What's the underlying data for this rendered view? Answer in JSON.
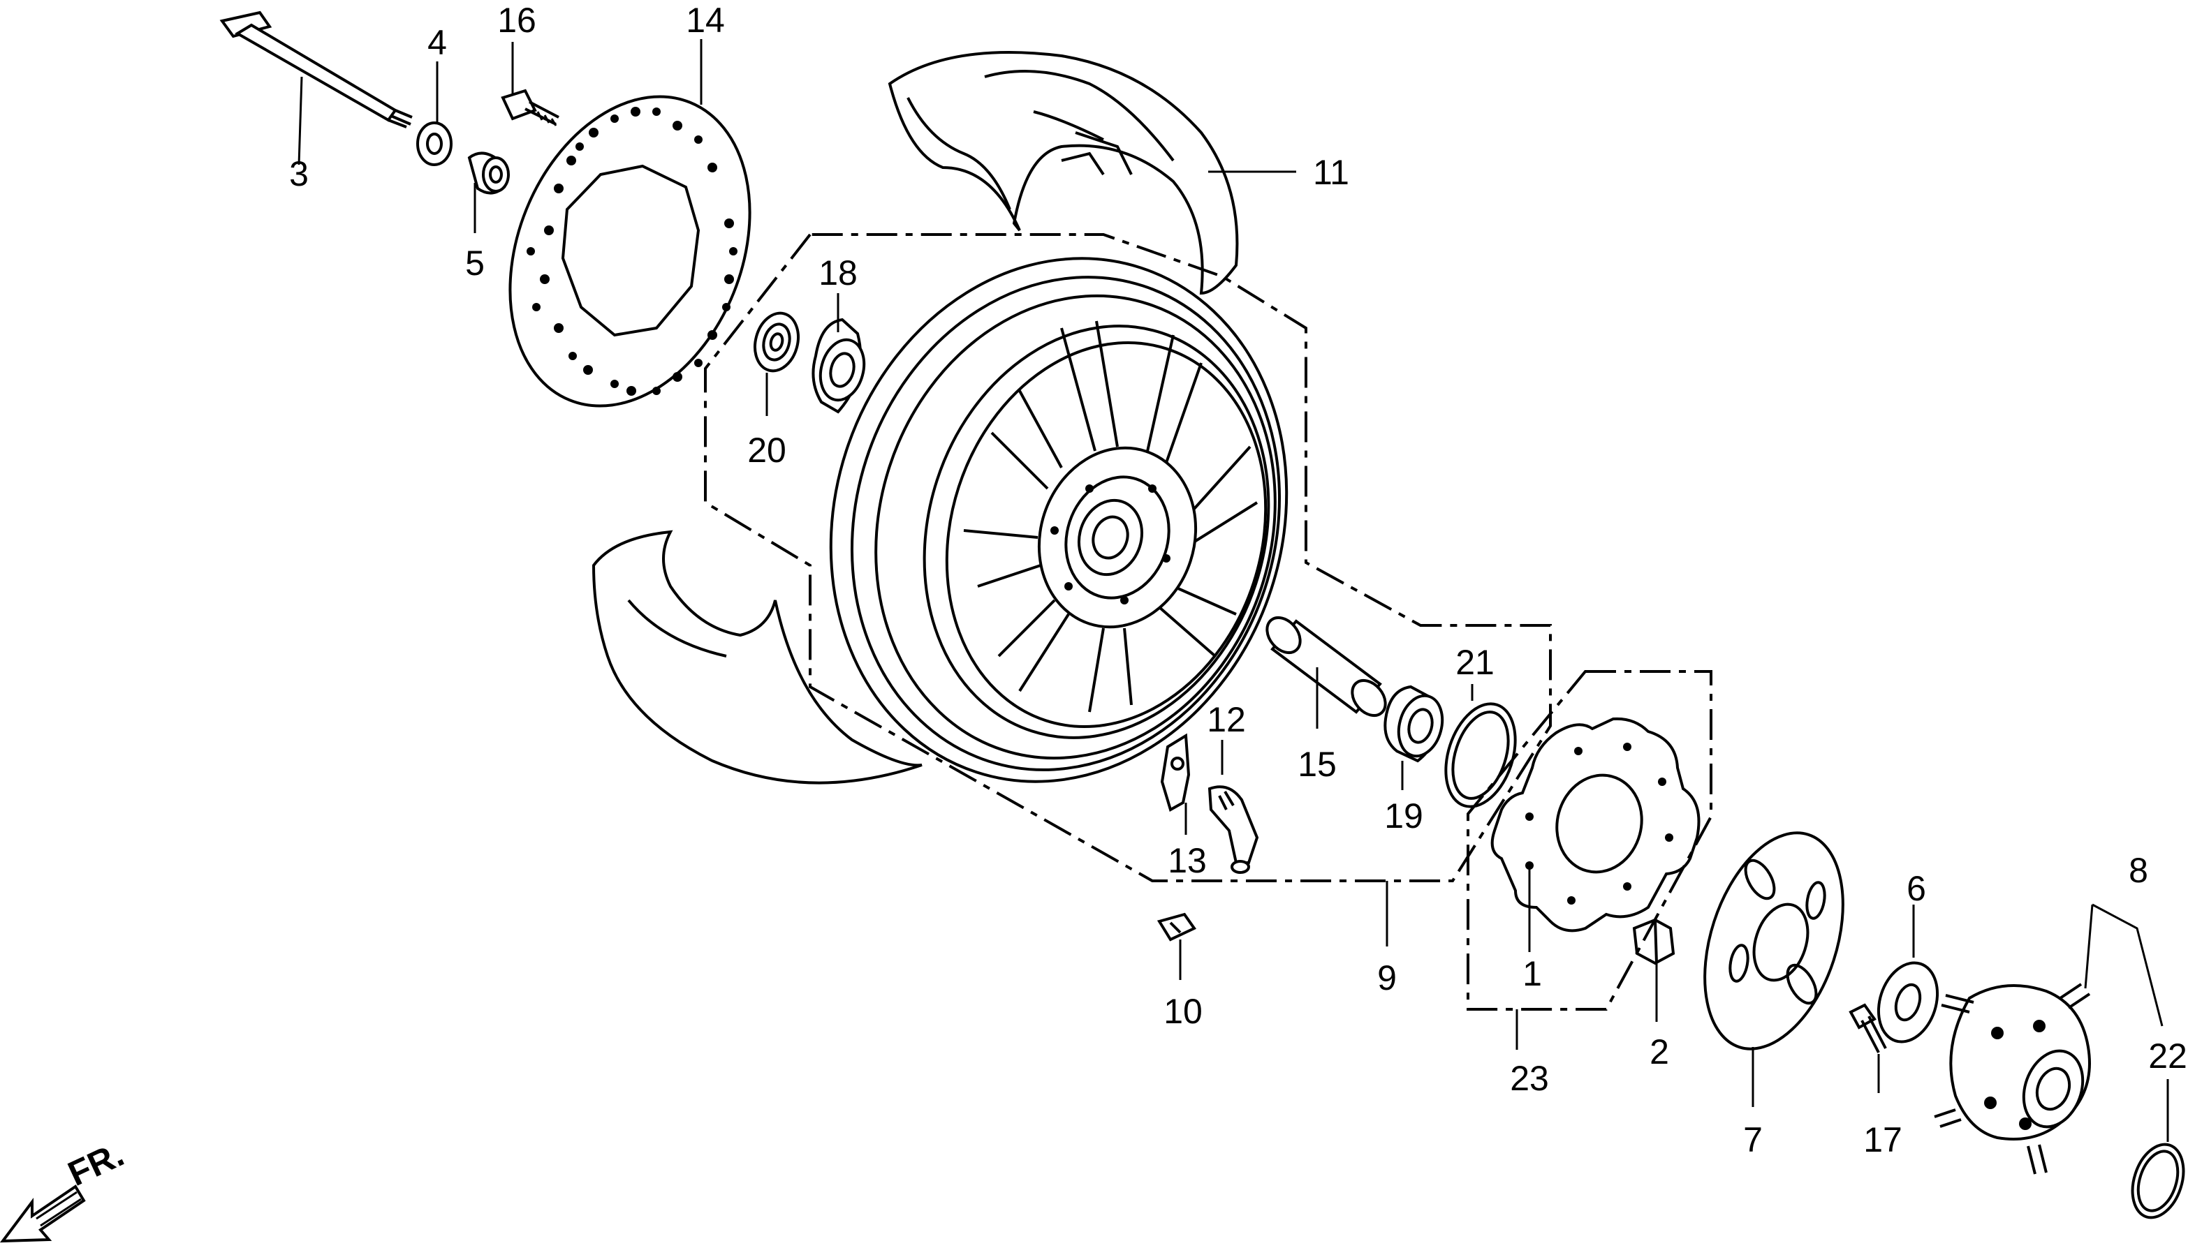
{
  "diagram": {
    "direction_label": "FR.",
    "part_labels": {
      "p1": "1",
      "p2": "2",
      "p3": "3",
      "p4": "4",
      "p5": "5",
      "p6": "6",
      "p7": "7",
      "p8": "8",
      "p9": "9",
      "p10": "10",
      "p11": "11",
      "p12": "12",
      "p13": "13",
      "p14": "14",
      "p15": "15",
      "p16": "16",
      "p17": "17",
      "p18": "18",
      "p19": "19",
      "p20": "20",
      "p21": "21",
      "p22": "22",
      "p23": "23"
    }
  }
}
